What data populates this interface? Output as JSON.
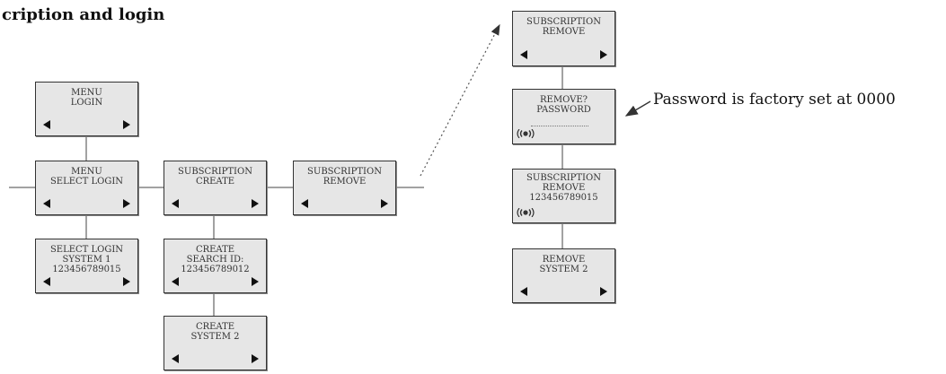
{
  "title": "cription and login",
  "note": "Password is factory set at 0000",
  "screens": {
    "menu_login": [
      "MENU",
      "LOGIN"
    ],
    "menu_select_login": [
      "MENU",
      "SELECT LOGIN"
    ],
    "select_login_system1": [
      "SELECT LOGIN",
      "SYSTEM 1",
      "123456789015"
    ],
    "subscription_create": [
      "SUBSCRIPTION",
      "CREATE"
    ],
    "create_search_id": [
      "CREATE",
      "SEARCH ID:",
      "123456789012"
    ],
    "create_system2": [
      "CREATE",
      "SYSTEM 2"
    ],
    "subscription_remove_a": [
      "SUBSCRIPTION",
      "REMOVE"
    ],
    "subscription_remove_b": [
      "SUBSCRIPTION",
      "REMOVE"
    ],
    "remove_password": [
      "REMOVE?",
      "PASSWORD"
    ],
    "subscription_remove_id": [
      "SUBSCRIPTION",
      "REMOVE",
      "123456789015"
    ],
    "remove_system2": [
      "REMOVE",
      "SYSTEM 2"
    ]
  },
  "icons": {
    "nav_left": "left-triangle-icon",
    "nav_right": "right-triangle-icon",
    "radio": "radio-signal-icon"
  }
}
